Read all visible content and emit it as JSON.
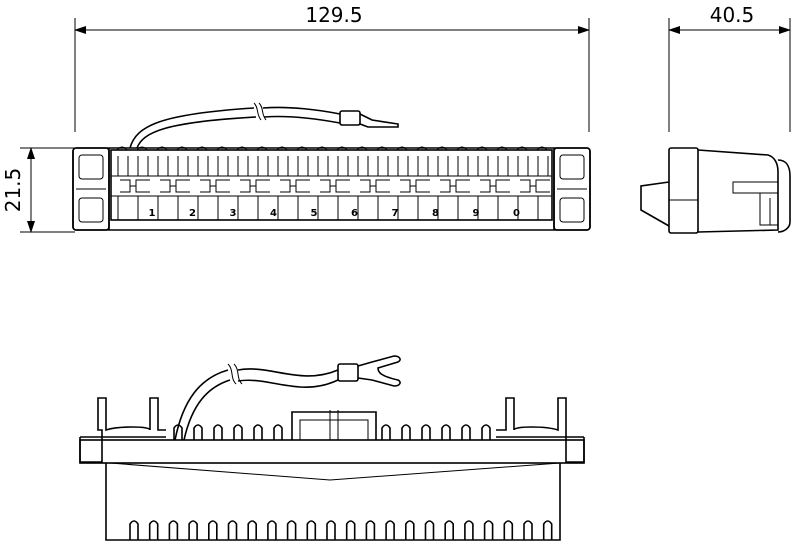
{
  "dimensions": {
    "length": "129.5",
    "depth": "40.5",
    "height": "21.5"
  },
  "terminal_numbers": [
    "1",
    "2",
    "3",
    "4",
    "5",
    "6",
    "7",
    "8",
    "9",
    "0"
  ]
}
